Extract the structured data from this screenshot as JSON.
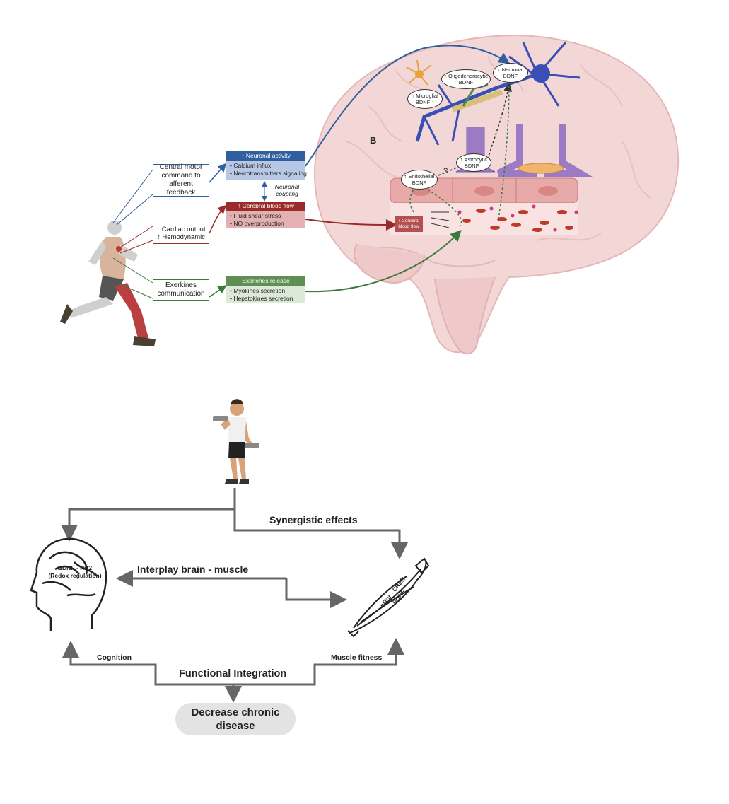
{
  "top": {
    "panel_letter": "B",
    "left_boxes": {
      "motor": "Central motor command to afferent feedback",
      "cardiac": "↑ Cardiac output ↑ Hemodynamic",
      "exerkines": "Exerkines communication"
    },
    "neuronal_activity": {
      "header": "↑ Neuronal activity",
      "items": [
        "• Calcium influx",
        "• Neurotransmitters signaling"
      ]
    },
    "coupling_label": "Neuronal coupling",
    "cerebral_blood_flow": {
      "header": "↑ Cerebral blood flow",
      "items": [
        "• Fluid shear stress",
        "• NO overproduction"
      ]
    },
    "exerkines_release": {
      "header": "Exerkines release",
      "items": [
        "• Myokines secretion",
        "• Hepatokines secretion"
      ]
    },
    "brain_labels": {
      "oligodendrocytic": "↑ Oligodendrocytic BDNF",
      "neuronal": "↑ Neuronal BDNF",
      "microglial": "↑ Microglial BDNF ↑",
      "astrocytic": "↑ Astrocytic BDNF ↑",
      "endothelial": "↑ Endothelial BDNF",
      "question": "?",
      "blood_flow_tag": "↑ Cerebral blood flow"
    },
    "colors": {
      "blue": "#2f5f9e",
      "red": "#9b2a2a",
      "green": "#3c7a3c",
      "brain": "#f3d6d6",
      "neuron": "#3a4fb5"
    }
  },
  "bottom": {
    "synergistic": "Synergistic effects",
    "interplay": "Interplay brain - muscle",
    "brain_text": [
      "BDNF - Nrf2",
      "(Redox regulation)"
    ],
    "muscle_text": [
      "mTor - CREB",
      "BDNF"
    ],
    "cognition": "Cognition",
    "muscle_fitness": "Muscle fitness",
    "functional": "Functional Integration",
    "decrease": [
      "Decrease chronic",
      "disease"
    ]
  }
}
